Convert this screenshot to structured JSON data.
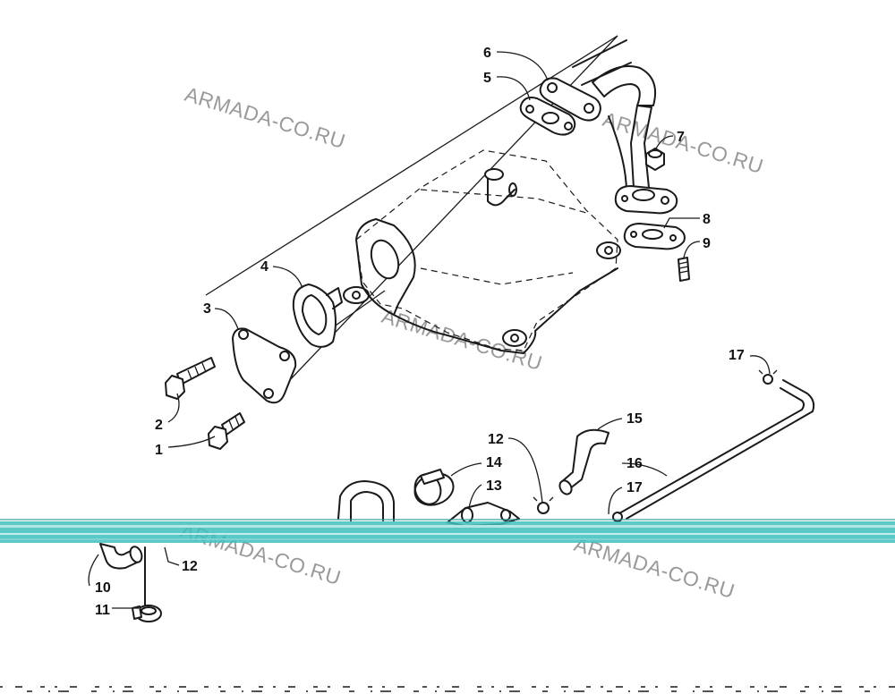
{
  "watermark_text": "ARMADA-CO.RU",
  "callout_labels": {
    "c1": "1",
    "c2": "2",
    "c3": "3",
    "c4": "4",
    "c5": "5",
    "c6": "6",
    "c7": "7",
    "c8": "8",
    "c9": "9",
    "c10": "10",
    "c11": "11",
    "c12a": "12",
    "c12b": "12",
    "c13": "13",
    "c14": "14",
    "c15": "15",
    "c16": "16",
    "c17a": "17",
    "c17b": "17"
  },
  "colors": {
    "line": "#1a1a1a",
    "watermark": "#9a9a9a",
    "scan_band": "#3fbfbf",
    "background": "#ffffff"
  }
}
